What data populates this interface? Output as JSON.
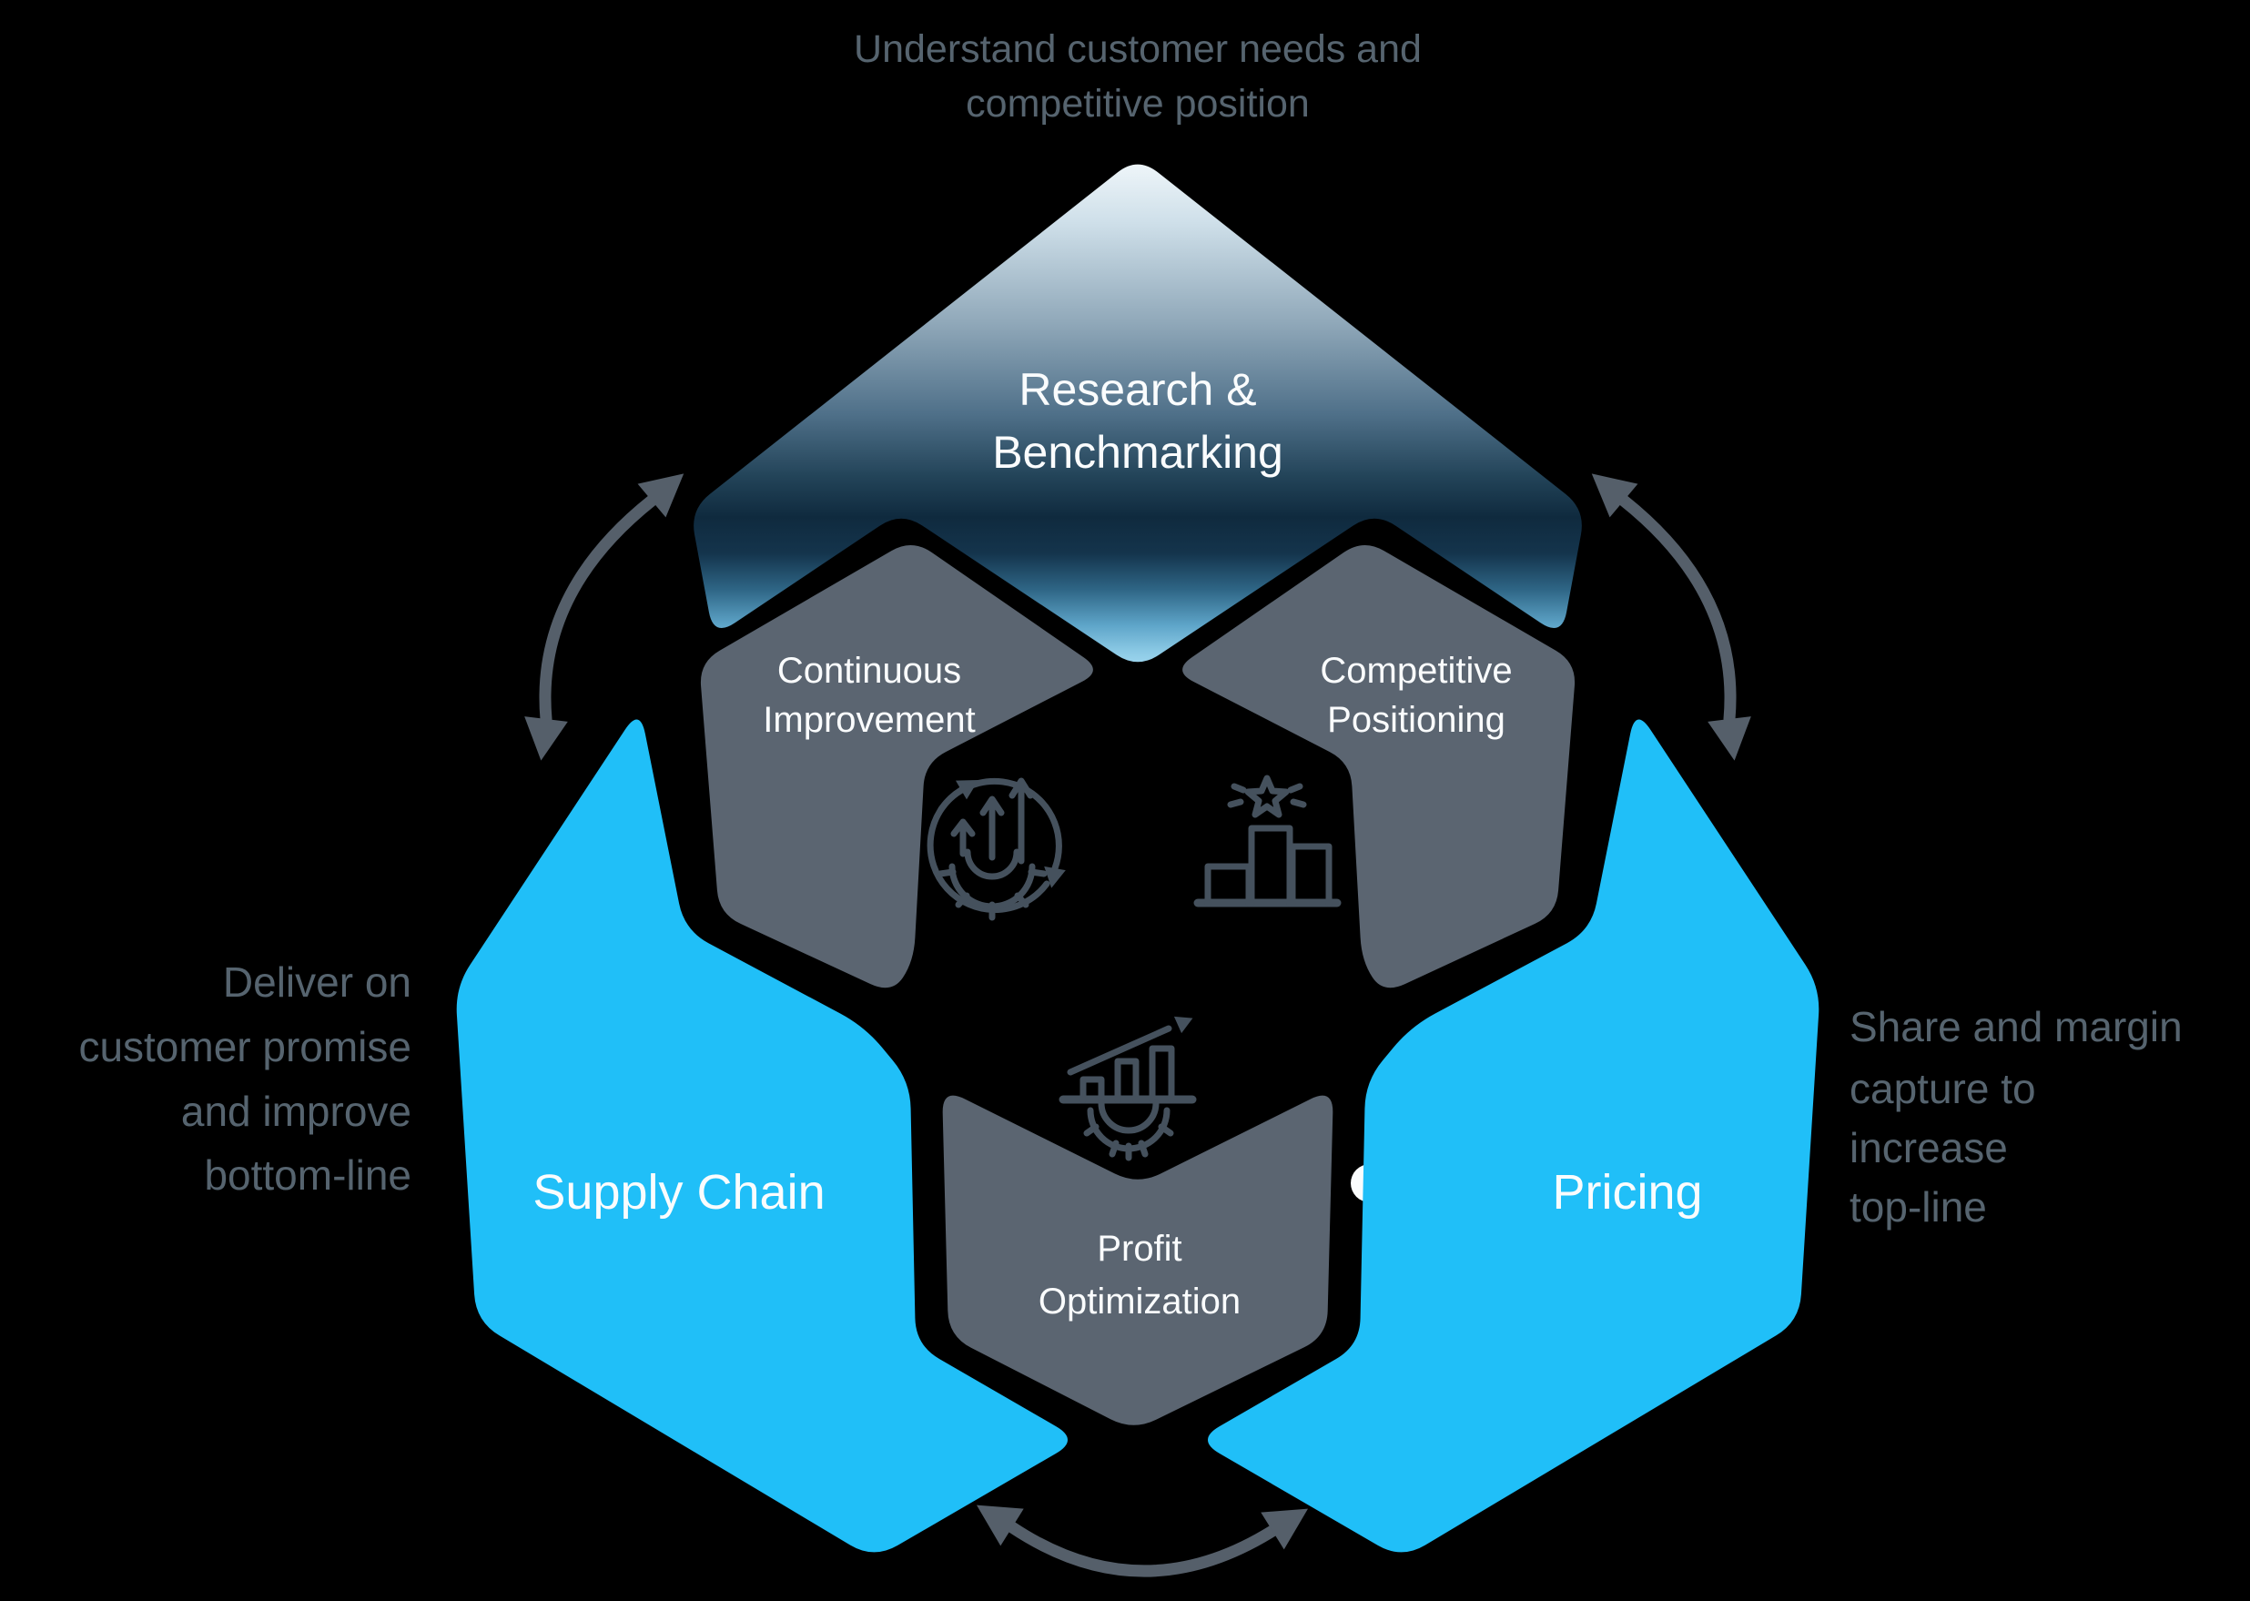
{
  "colors": {
    "background": "#000000",
    "cyan": "#20BFF8",
    "gray_hex": "#5B6571",
    "icon_stroke": "#45515D",
    "arrow": "#555F6A",
    "caption_text": "#56646F",
    "white_text": "#FAFCFD",
    "gradient_stops": [
      "#F2F8FB",
      "#CEDFE9",
      "#91A9BA",
      "#4F7089",
      "#234459",
      "#0F2A3E",
      "#14344C",
      "#2E6585",
      "#5EA5C9",
      "#8BC9E5",
      "#A7DDF3"
    ]
  },
  "captions": {
    "top": {
      "line1": "Understand customer needs and",
      "line2": "competitive position"
    },
    "left": {
      "line1": "Deliver on",
      "line2": "customer promise",
      "line3": "and improve",
      "line4": "bottom-line"
    },
    "right": {
      "line1": "Share and margin",
      "line2": "capture to",
      "line3": "increase",
      "line4": "top-line"
    }
  },
  "hexagons": {
    "research": {
      "line1": "Research &",
      "line2": "Benchmarking"
    },
    "supply": {
      "label": "Supply Chain"
    },
    "pricing": {
      "label": "Pricing"
    },
    "continuous": {
      "line1": "Continuous",
      "line2": "Improvement"
    },
    "competitive": {
      "line1": "Competitive",
      "line2": "Positioning"
    },
    "profit": {
      "line1": "Profit",
      "line2": "Optimization"
    }
  },
  "icons": {
    "continuous": "improvement-cycle-gear-icon",
    "competitive": "podium-winner-star-icon",
    "profit": "growth-chart-gear-icon"
  }
}
